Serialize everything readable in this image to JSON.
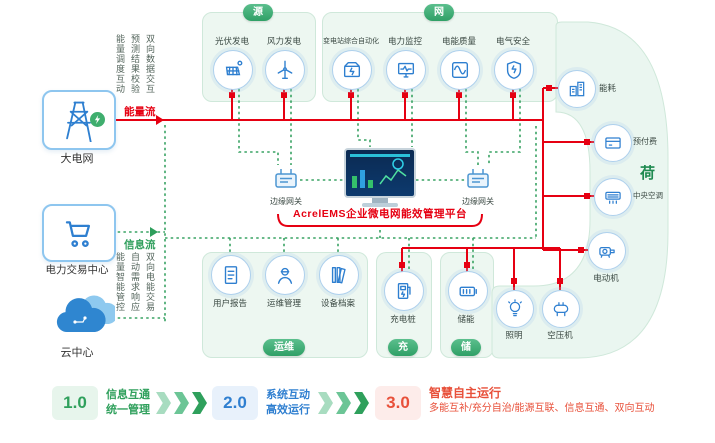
{
  "platform": {
    "title": "AcrelEMS企业微电网能效管理平台"
  },
  "flows": {
    "energy": "能量流",
    "info": "信息流"
  },
  "left_nodes": {
    "grid": "大电网",
    "trade": "电力交易中心",
    "cloud": "云中心"
  },
  "annotations": {
    "top": [
      "双向数据交互",
      "预测结果校验",
      "能量调度互动"
    ],
    "bottom": [
      "双向电能交易",
      "自动需求响应",
      "能量智能管控"
    ]
  },
  "gateways": {
    "left": "边缘网关",
    "right": "边缘网关"
  },
  "groups": {
    "source": {
      "title": "源",
      "items": [
        {
          "label": "光伏发电",
          "icon": "solar-icon"
        },
        {
          "label": "风力发电",
          "icon": "wind-icon"
        }
      ]
    },
    "network": {
      "title": "网",
      "items": [
        {
          "label": "变电站综合自动化",
          "icon": "substation-icon"
        },
        {
          "label": "电力监控",
          "icon": "power-monitor-icon"
        },
        {
          "label": "电能质量",
          "icon": "power-quality-icon"
        },
        {
          "label": "电气安全",
          "icon": "electrical-safety-icon"
        }
      ]
    },
    "load": {
      "title": "荷",
      "items": [
        {
          "label": "能耗",
          "icon": "energy-consumption-icon"
        },
        {
          "label": "预付费",
          "icon": "prepaid-icon"
        },
        {
          "label": "中央空调",
          "icon": "hvac-icon"
        },
        {
          "label": "电动机",
          "icon": "motor-icon"
        },
        {
          "label": "空压机",
          "icon": "compressor-icon"
        },
        {
          "label": "照明",
          "icon": "lighting-icon"
        }
      ]
    },
    "ops": {
      "title": "运维",
      "items": [
        {
          "label": "用户报告",
          "icon": "report-icon"
        },
        {
          "label": "运维管理",
          "icon": "maintenance-icon"
        },
        {
          "label": "设备档案",
          "icon": "archive-icon"
        }
      ]
    },
    "charge": {
      "title": "充",
      "items": [
        {
          "label": "充电桩",
          "icon": "ev-charger-icon"
        }
      ]
    },
    "storage": {
      "title": "储",
      "items": [
        {
          "label": "储能",
          "icon": "battery-icon"
        }
      ]
    }
  },
  "legend": [
    {
      "version": "1.0",
      "line1": "信息互通",
      "line2": "统一管理"
    },
    {
      "version": "2.0",
      "line1": "系统互动",
      "line2": "高效运行"
    },
    {
      "version": "3.0",
      "line1": "智慧自主运行",
      "line2": "多能互补/充分自治/能源互联、信息互通、双向互动"
    }
  ],
  "colors": {
    "energy_flow": "#e60012",
    "info_flow": "#2e9e5b",
    "accent_green": "#2fa05c",
    "accent_blue": "#2f7fd0",
    "accent_red": "#e8503a",
    "icon_blue": "#2e7fd0"
  }
}
